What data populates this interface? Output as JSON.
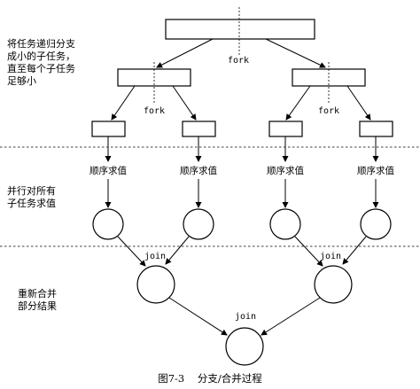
{
  "labels": {
    "split_line1": "将任务递归分支",
    "split_line2": "成小的子任务，",
    "split_line3": "直至每个子任务",
    "split_line4": "足够小",
    "parallel_line1": "并行对所有",
    "parallel_line2": "子任务求值",
    "merge_line1": "重新合并",
    "merge_line2": "部分结果"
  },
  "fork_label": "fork",
  "join_label": "join",
  "sequential_label": "顺序求值",
  "caption": "图7-3    分支/合并过程"
}
